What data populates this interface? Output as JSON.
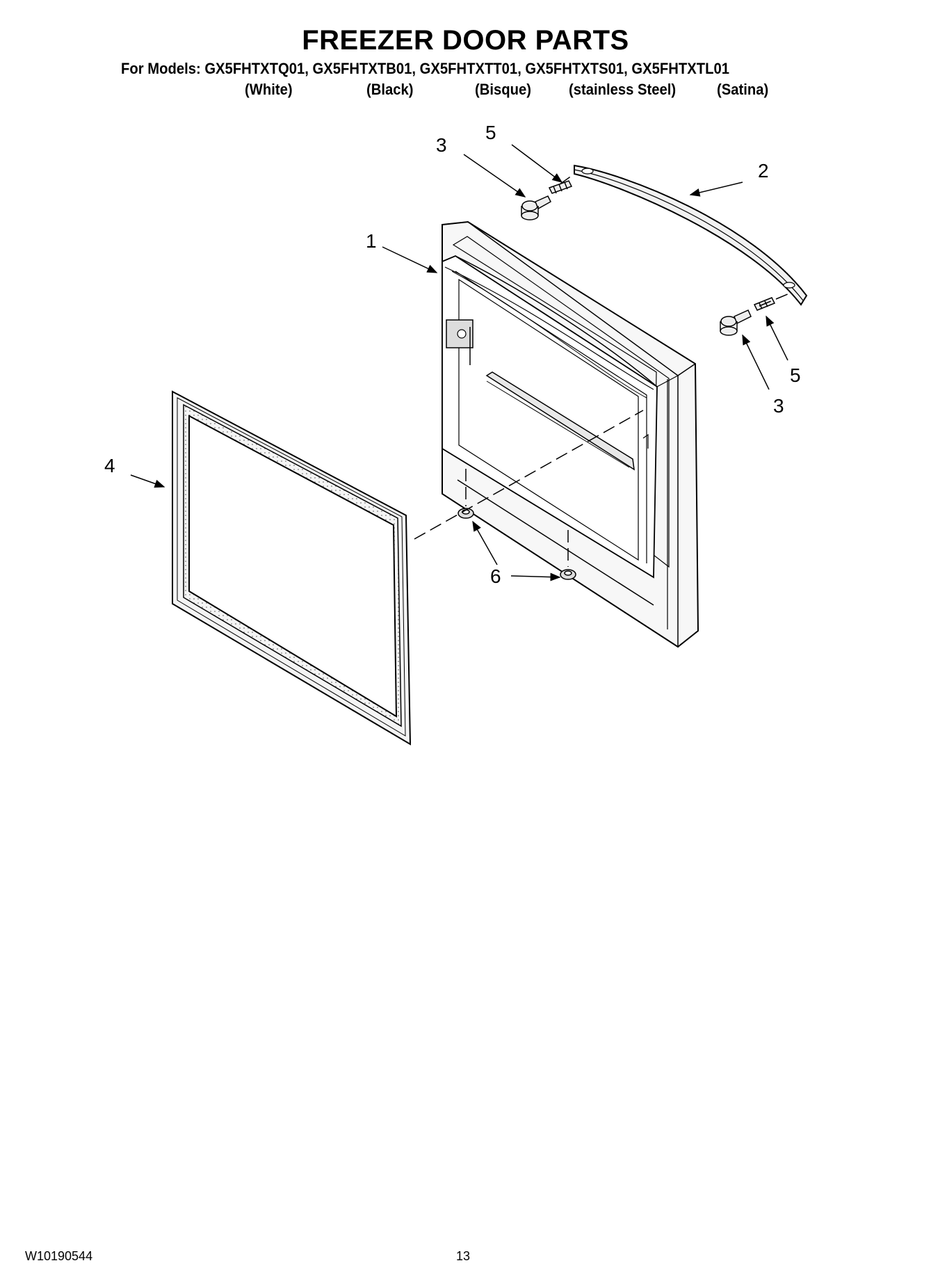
{
  "header": {
    "title": "FREEZER DOOR PARTS",
    "models_line": "For Models: GX5FHTXTQ01, GX5FHTXTB01, GX5FHTXTT01, GX5FHTXTS01, GX5FHTXTL01",
    "colors": [
      "(White)",
      "(Black)",
      "(Bisque)",
      "(stainless Steel)",
      "(Satina)"
    ]
  },
  "callouts": {
    "door": "1",
    "handle": "2",
    "screw_top": "3",
    "stud_top": "5",
    "screw_right": "3",
    "stud_right": "5",
    "gasket": "4",
    "plug": "6"
  },
  "footer": {
    "doc_number": "W10190544",
    "page_number": "13"
  }
}
